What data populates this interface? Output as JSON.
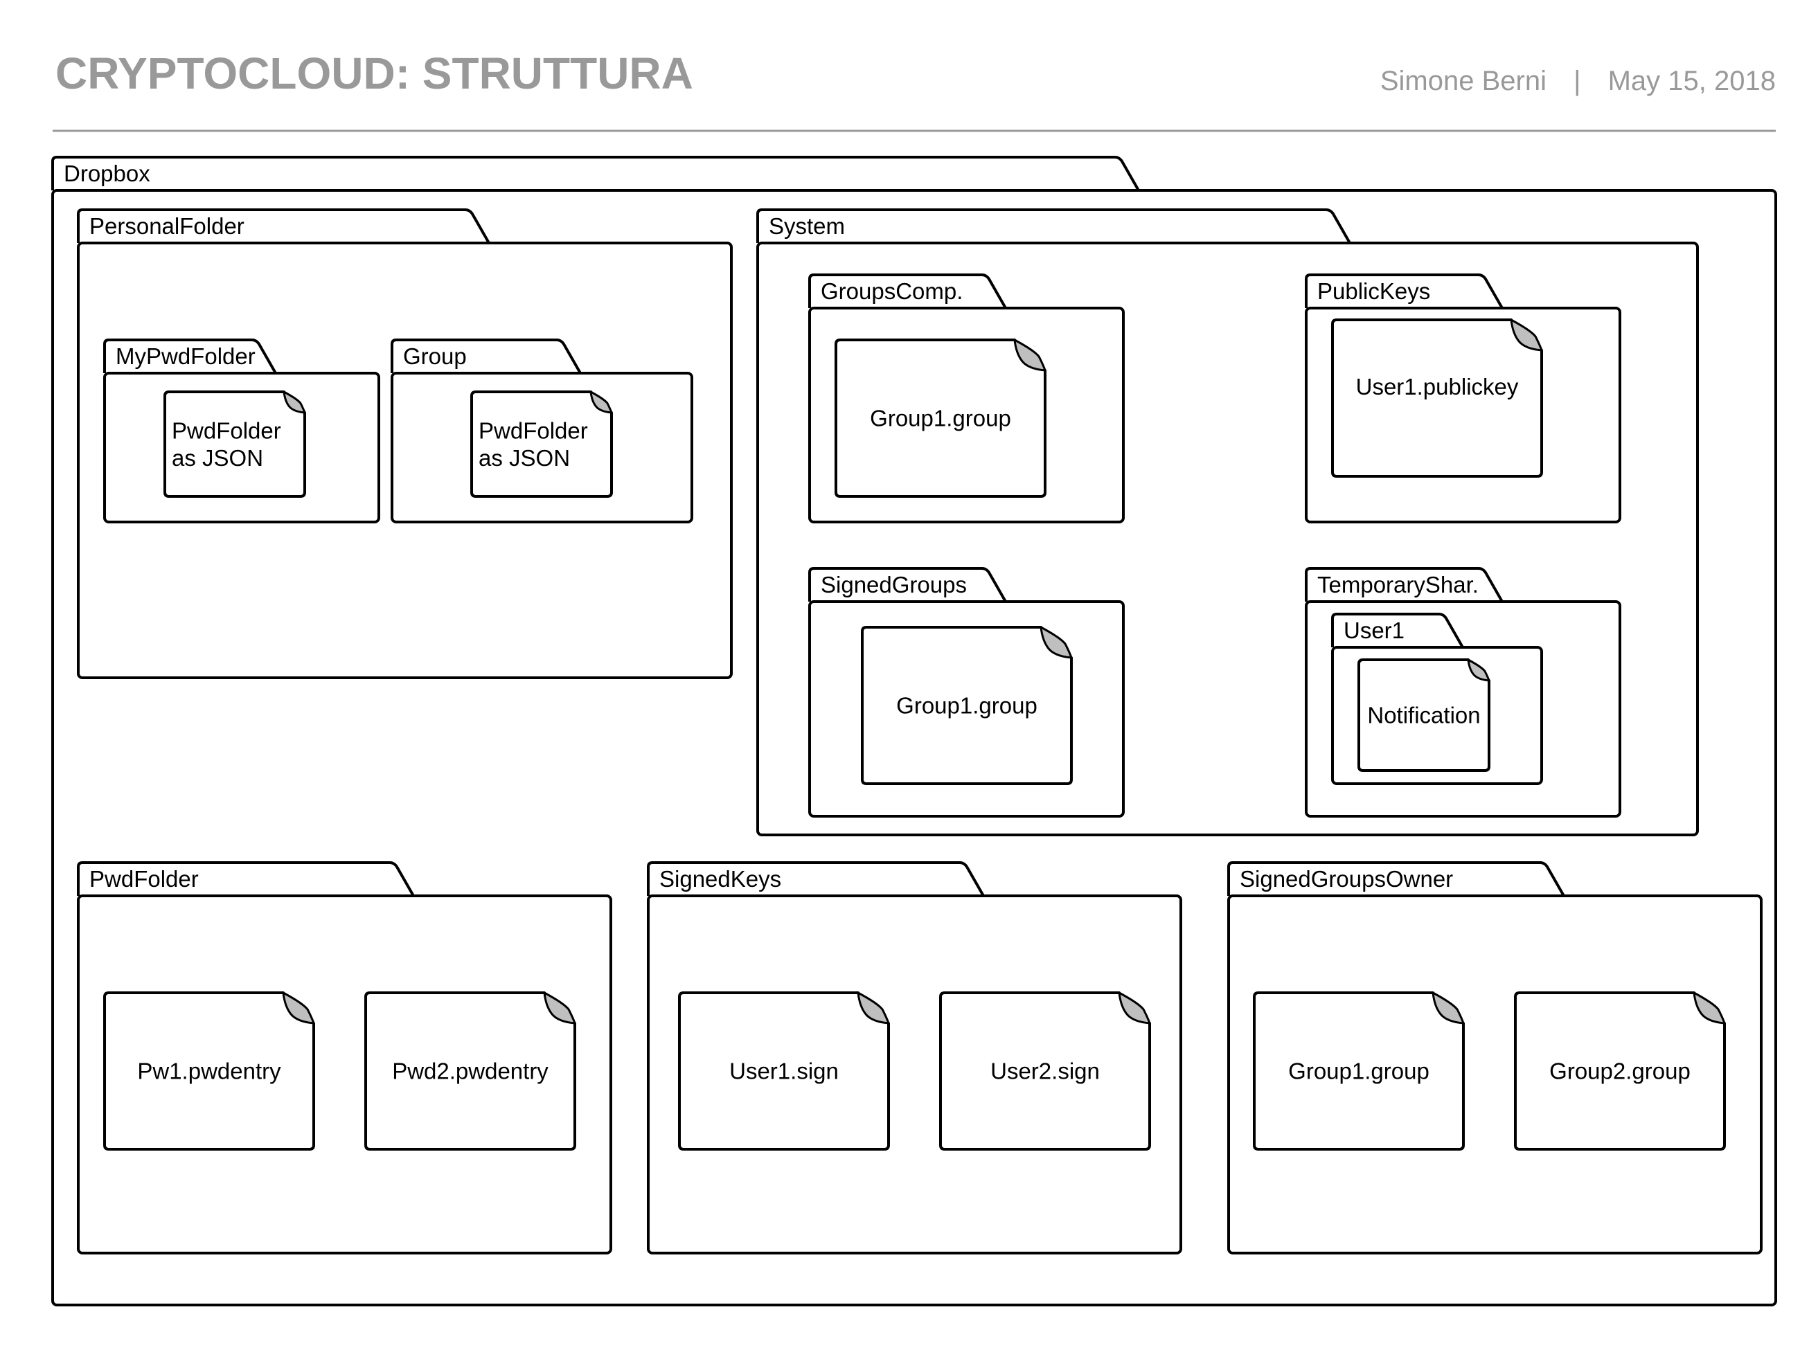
{
  "header": {
    "title": "CRYPTOCLOUD: STRUTTURA",
    "author": "Simone Berni",
    "separator": "|",
    "date": "May 15, 2018"
  },
  "colors": {
    "title": "#999999",
    "meta": "#999999",
    "rule": "#999999",
    "stroke": "#000000",
    "fold": "#bfbfbf"
  },
  "folders": {
    "dropbox": "Dropbox",
    "personal": "PersonalFolder",
    "mypwd": "MyPwdFolder",
    "group": "Group",
    "system": "System",
    "groupscomp": "GroupsComp.",
    "publickeys": "PublicKeys",
    "signedgroups": "SignedGroups",
    "temporary": "TemporaryShar.",
    "user1": "User1",
    "pwdfolder": "PwdFolder",
    "signedkeys": "SignedKeys",
    "signedgroupsowner": "SignedGroupsOwner"
  },
  "files": {
    "mypwd_file": [
      "PwdFolder",
      "as JSON"
    ],
    "group_file": [
      "PwdFolder",
      "as JSON"
    ],
    "groupscomp_file": "Group1.group",
    "publickeys_file": "User1.publickey",
    "signedgroups_file": "Group1.group",
    "notification_file": "Notification",
    "pw1": "Pw1.pwdentry",
    "pwd2": "Pwd2.pwdentry",
    "user1sign": "User1.sign",
    "user2sign": "User2.sign",
    "owner_g1": "Group1.group",
    "owner_g2": "Group2.group"
  }
}
